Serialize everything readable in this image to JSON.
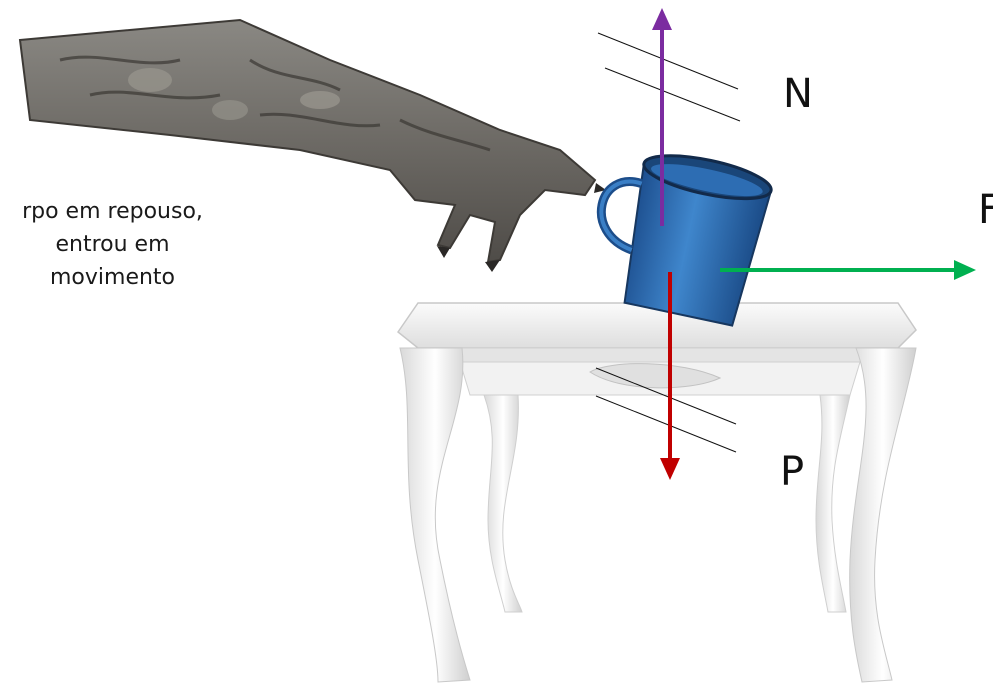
{
  "caption": {
    "line1": "rpo em repouso,",
    "line2": "entrou em",
    "line3": "movimento"
  },
  "forces": {
    "normal": {
      "label": "N",
      "color": "#7b2ca0"
    },
    "weight": {
      "label": "P",
      "color": "#c00000"
    },
    "applied": {
      "label": "F",
      "color": "#00b050"
    }
  }
}
